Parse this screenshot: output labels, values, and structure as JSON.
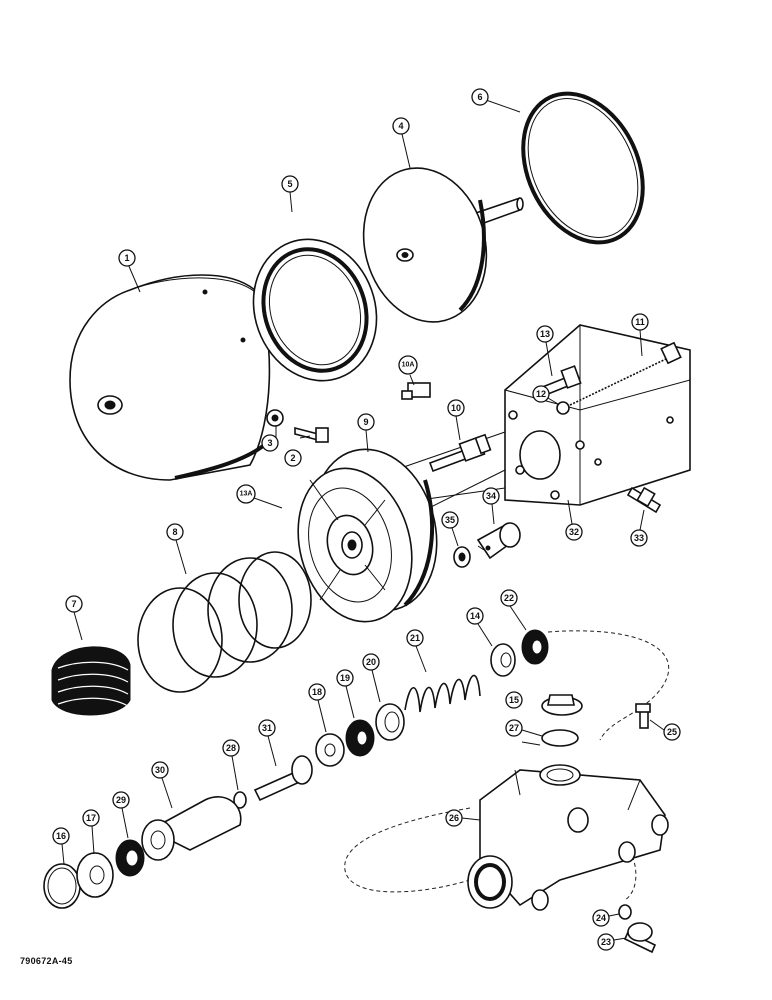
{
  "reference_code": "790672A-45",
  "callouts": {
    "c1": "1",
    "c2": "2",
    "c3": "3",
    "c4": "4",
    "c5": "5",
    "c6": "6",
    "c7": "7",
    "c8": "8",
    "c9": "9",
    "c10": "10",
    "c10a": "10A",
    "c11": "11",
    "c12": "12",
    "c13": "13",
    "c13a": "13A",
    "c14": "14",
    "c15": "15",
    "c16": "16",
    "c17": "17",
    "c18": "18",
    "c19": "19",
    "c20": "20",
    "c21": "21",
    "c22": "22",
    "c23": "23",
    "c24": "24",
    "c25": "25",
    "c26": "26",
    "c27": "27",
    "c28": "28",
    "c29": "29",
    "c30": "30",
    "c31": "31",
    "c32": "32",
    "c33": "33",
    "c34": "34",
    "c35": "35"
  }
}
